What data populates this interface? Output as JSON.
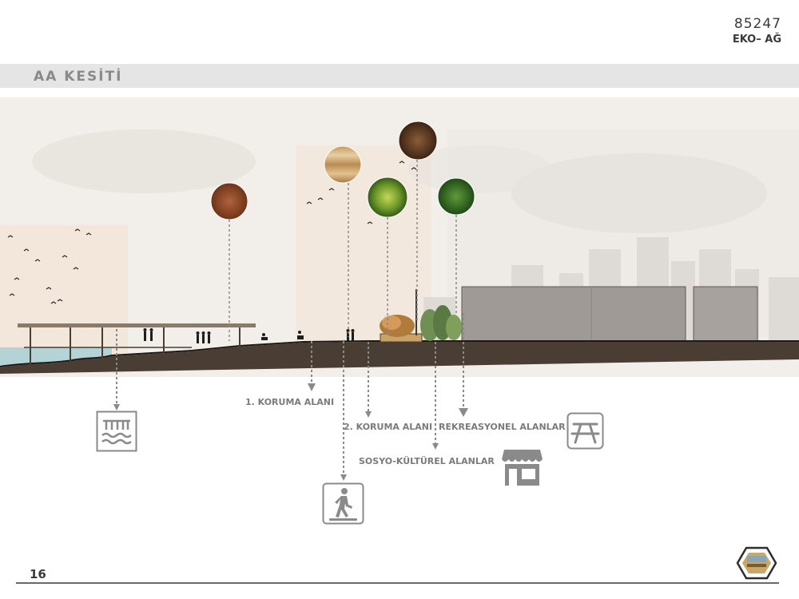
{
  "header": {
    "code": "85247",
    "project": "EKO– AĞ"
  },
  "section": {
    "title": "AA  KESİTİ"
  },
  "labels": {
    "zone1": "1. KORUMA ALANI",
    "zone2": "2. KORUMA ALANI",
    "recreation": "REKREASYONEL ALANLAR",
    "sociocultural": "SOSYO-KÜLTÜREL ALANLAR"
  },
  "material_swatches": [
    "wood-swatch",
    "timber-deck-swatch",
    "tree-canopy-swatch",
    "dark-wood-swatch",
    "hedge-swatch"
  ],
  "icons": [
    "water-pier-icon",
    "pedestrian-icon",
    "shop-icon",
    "picnic-table-icon"
  ],
  "colors": {
    "ground": "#4a3d33",
    "water": "#b3d3d6",
    "building": "#a09a96",
    "label": "#7b7b7b",
    "arrow": "#8a8a8a"
  },
  "footer": {
    "page_number": "16"
  }
}
